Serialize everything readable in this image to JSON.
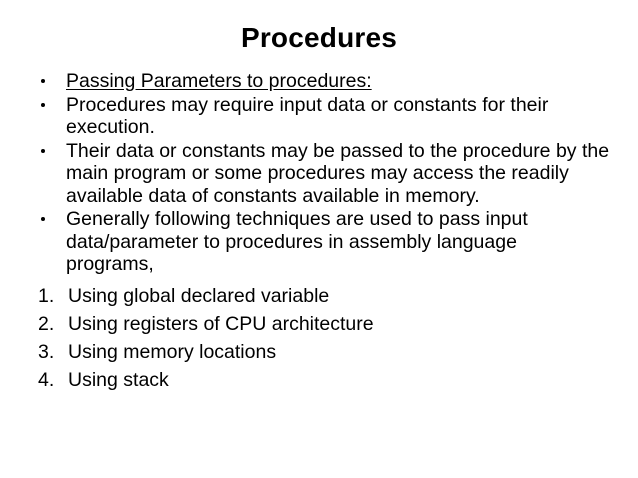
{
  "slide": {
    "title": "Procedures",
    "background_color": "#ffffff",
    "text_color": "#000000",
    "bullets": [
      {
        "text": "Passing Parameters to procedures:",
        "underlined": true,
        "marker": "•"
      },
      {
        "text": "Procedures may require input data or constants for their execution.",
        "underlined": false,
        "marker": "•"
      },
      {
        "text": "Their data or constants may be passed to the procedure by the main program  or some procedures may access the readily available data of constants available in memory.",
        "underlined": false,
        "marker": "•"
      },
      {
        "text": "Generally following techniques are used to pass input data/parameter to procedures in assembly language programs,",
        "underlined": false,
        "marker": "•"
      }
    ],
    "numbered_items": [
      {
        "marker": "1.",
        "text": "Using global declared variable"
      },
      {
        "marker": "2.",
        "text": "Using registers of CPU architecture"
      },
      {
        "marker": "3.",
        "text": "Using memory locations"
      },
      {
        "marker": "4.",
        "text": "Using stack"
      }
    ]
  }
}
